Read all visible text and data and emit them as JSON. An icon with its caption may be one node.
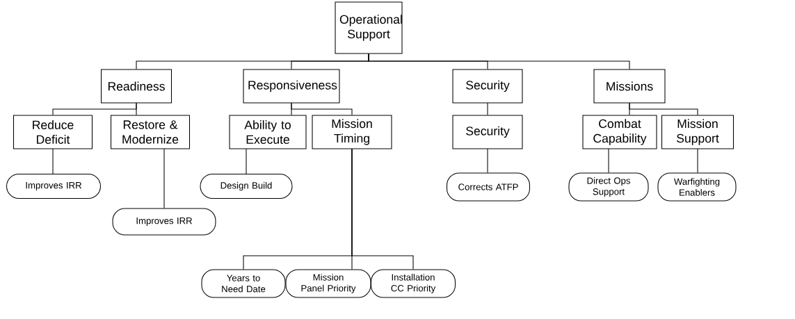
{
  "diagram": {
    "nodes": [
      {
        "text": [
          "Operational Support"
        ]
      },
      {
        "text": [
          "Readiness"
        ]
      },
      {
        "text": [
          "Responsiveness"
        ]
      },
      {
        "text": [
          "Security"
        ]
      },
      {
        "text": [
          "Missions"
        ]
      },
      {
        "text": [
          "Reduce Deficit"
        ]
      },
      {
        "text": [
          "Restore & Modernize"
        ]
      },
      {
        "text": [
          "Ability to Execute"
        ]
      },
      {
        "text": [
          "Mission Timing"
        ]
      },
      {
        "text": [
          "Security"
        ]
      },
      {
        "text": [
          "Combat Capability"
        ]
      },
      {
        "text": [
          "Mission Support"
        ]
      },
      {
        "text": [
          "Improves IRR"
        ]
      },
      {
        "text": [
          "Improves IRR"
        ]
      },
      {
        "text": [
          "Design Build"
        ]
      },
      {
        "text": [
          "Corrects ATFP"
        ]
      },
      {
        "text": [
          "Direct Ops Support"
        ]
      },
      {
        "text": [
          "Warfighting Enablers"
        ]
      },
      {
        "text": [
          "Years to Need Date"
        ]
      },
      {
        "text": [
          "Mission Panel Priority"
        ]
      },
      {
        "text": [
          "Installation CC Priority"
        ]
      }
    ],
    "edges": [
      {
        "from": 0,
        "to": 1,
        "arrow": "none"
      },
      {
        "from": 0,
        "to": 2,
        "arrow": "none"
      },
      {
        "from": 0,
        "to": 3,
        "arrow": "none"
      },
      {
        "from": 0,
        "to": 4,
        "arrow": "none"
      },
      {
        "from": 1,
        "to": 5,
        "arrow": "none"
      },
      {
        "from": 1,
        "to": 6,
        "arrow": "none"
      },
      {
        "from": 2,
        "to": 7,
        "arrow": "none"
      },
      {
        "from": 2,
        "to": 8,
        "arrow": "none"
      },
      {
        "from": 3,
        "to": 9,
        "arrow": "none"
      },
      {
        "from": 4,
        "to": 10,
        "arrow": "none"
      },
      {
        "from": 4,
        "to": 11,
        "arrow": "none"
      },
      {
        "from": 5,
        "to": 12,
        "arrow": "none"
      },
      {
        "from": 6,
        "to": 13,
        "arrow": "none"
      },
      {
        "from": 7,
        "to": 14,
        "arrow": "none"
      },
      {
        "from": 9,
        "to": 15,
        "arrow": "none"
      },
      {
        "from": 10,
        "to": 16,
        "arrow": "none"
      },
      {
        "from": 11,
        "to": 17,
        "arrow": "none"
      },
      {
        "from": 8,
        "to": 18,
        "arrow": "none"
      },
      {
        "from": 8,
        "to": 19,
        "arrow": "none"
      },
      {
        "from": 8,
        "to": 20,
        "arrow": "none"
      }
    ]
  }
}
